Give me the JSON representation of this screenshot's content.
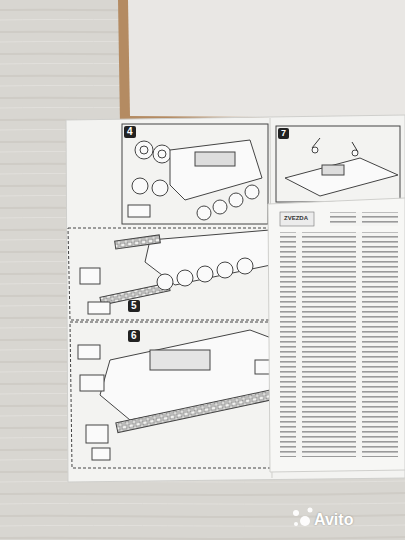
{
  "diagram": {
    "labels": [
      "4",
      "7",
      "5",
      "6",
      "ZVEZDA",
      "Avito"
    ]
  }
}
